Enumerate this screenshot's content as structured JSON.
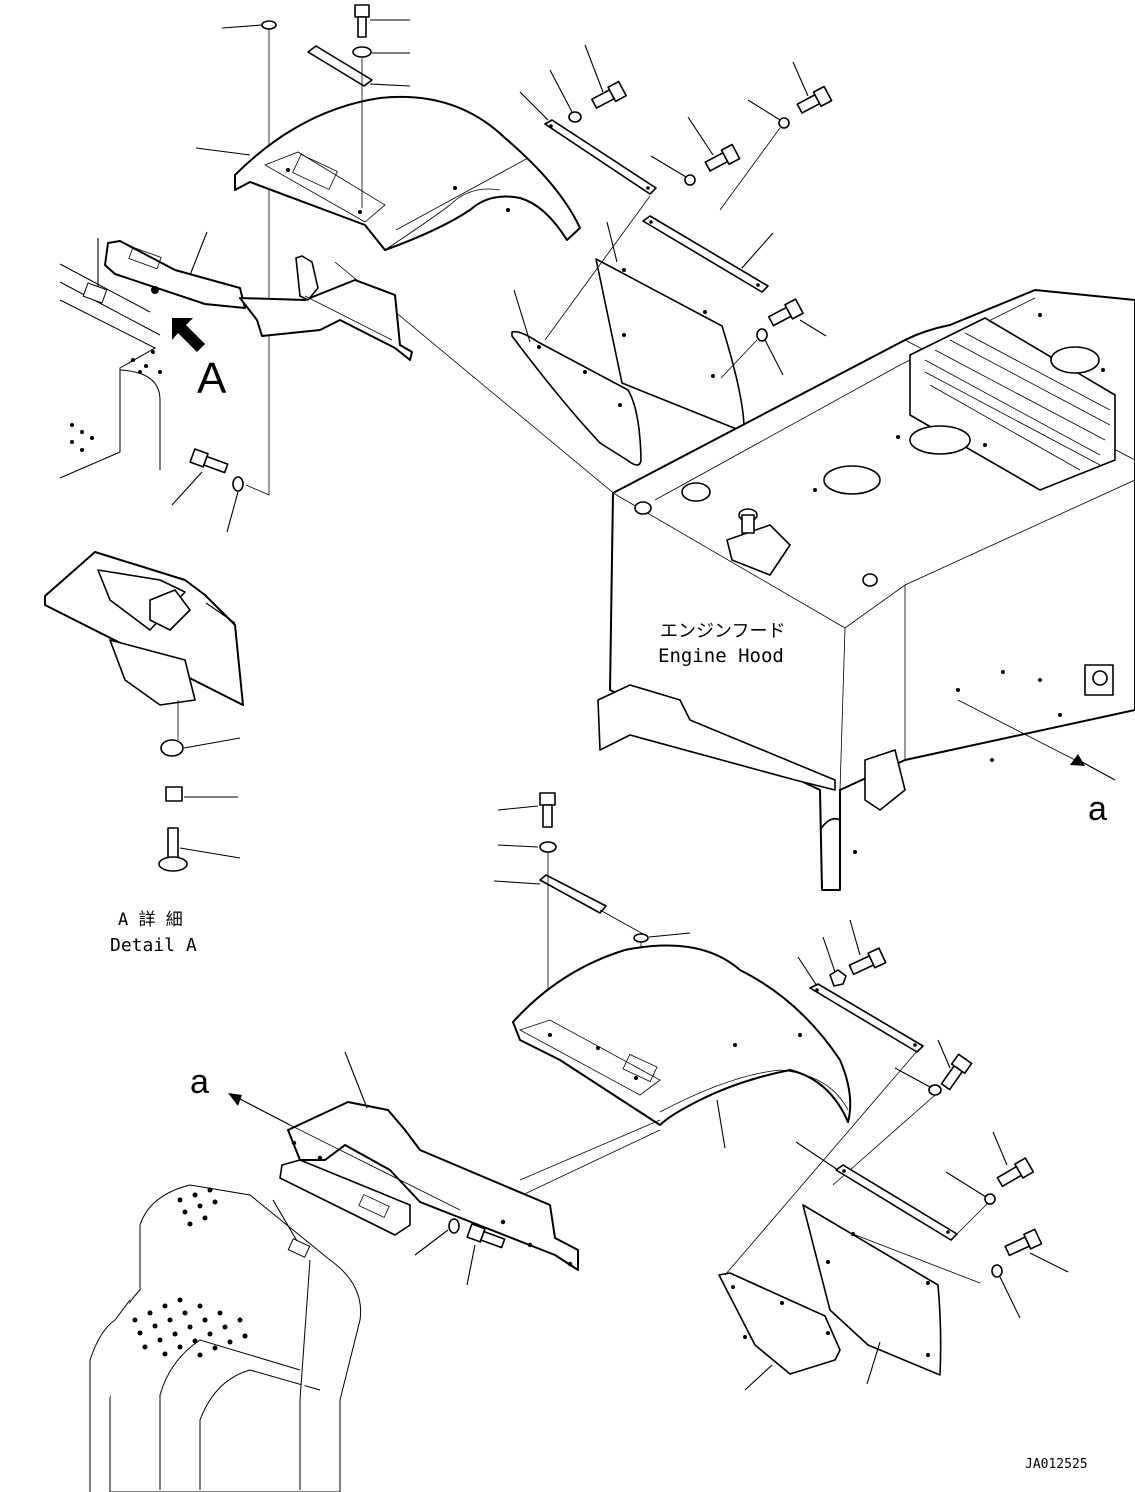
{
  "labels": {
    "view_a_letter": "A",
    "hood_jp": "エンジンフード",
    "hood_en": "Engine Hood",
    "detail_jp": "A 詳 細",
    "detail_en": "Detail A",
    "arrow_a_right": "a",
    "arrow_a_left": "a",
    "drawing_number": "JA012525"
  },
  "colors": {
    "ink": "#000000",
    "paper": "#ffffff"
  }
}
